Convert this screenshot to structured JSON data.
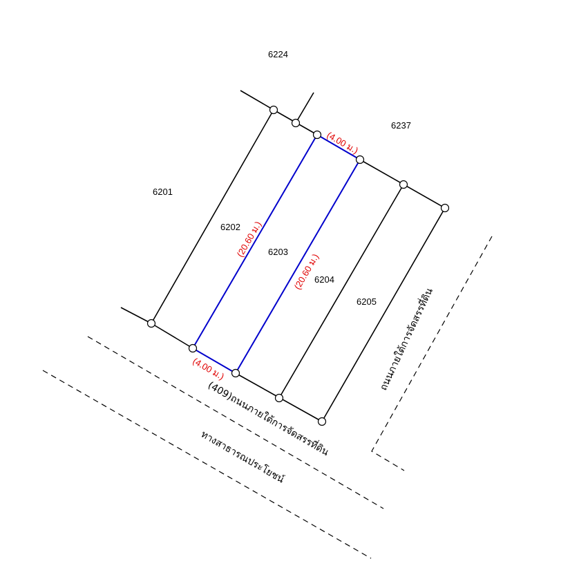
{
  "colors": {
    "boundary": "#000000",
    "subject_boundary": "#0000cc",
    "dimension_text": "#e00000",
    "background": "#ffffff"
  },
  "parcels": {
    "p6224": "6224",
    "p6237": "6237",
    "p6201": "6201",
    "p6202": "6202",
    "p6203": "6203",
    "p6204": "6204",
    "p6205": "6205"
  },
  "dimensions": {
    "top_width": "(4.00 ม.)",
    "bottom_width": "(4.00 ม.)",
    "left_depth": "(20.60 ม.)",
    "right_depth": "(20.60 ม.)"
  },
  "roads": {
    "front_road": "(409)ถนนภายใต้การจัดสรรที่ดิน",
    "public_way": "ทางสาธารณประโยชน์",
    "side_road": "ถนนภายใต้การจัดสรรที่ดิน"
  }
}
